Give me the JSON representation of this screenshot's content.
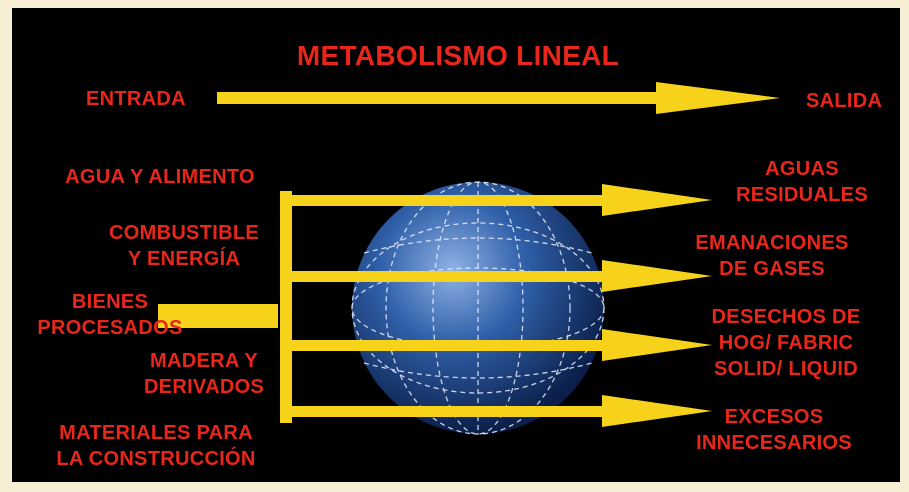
{
  "title": "METABOLISMO LINEAL",
  "flow": {
    "input": "ENTRADA",
    "output": "SALIDA"
  },
  "inputs": [
    [
      "AGUA Y ALIMENTO"
    ],
    [
      "COMBUSTIBLE",
      "Y ENERGÍA"
    ],
    [
      "BIENES",
      "PROCESADOS"
    ],
    [
      "MADERA Y",
      "DERIVADOS"
    ],
    [
      "MATERIALES PARA",
      "LA CONSTRUCCIÓN"
    ]
  ],
  "outputs": [
    [
      "AGUAS",
      "RESIDUALES"
    ],
    [
      "EMANACIONES",
      "DE GASES"
    ],
    [
      "DESECHOS DE",
      "HOG/ FABRIC",
      "SOLID/ LIQUID"
    ],
    [
      "EXCESOS",
      "INNECESARIOS"
    ]
  ],
  "colors": {
    "background": "#000000",
    "text": "#e8261b",
    "arrow": "#f7d21a",
    "globe": "#2f5fa8"
  }
}
